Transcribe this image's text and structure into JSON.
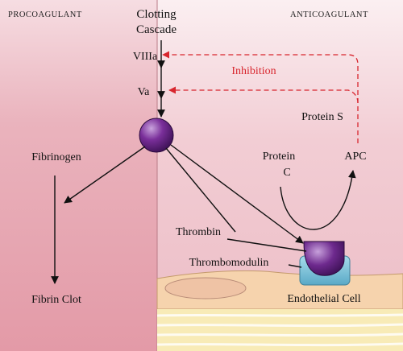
{
  "panels": {
    "procoagulant": "PROCOAGULANT",
    "anticoagulant": "ANTICOAGULANT"
  },
  "cascade": {
    "title_line1": "Clotting",
    "title_line2": "Cascade",
    "factor_viii": "VIIIa",
    "factor_v": "Va"
  },
  "inhibition_label": "Inhibition",
  "protein_s": "Protein S",
  "protein_c_line1": "Protein",
  "protein_c_line2": "C",
  "apc": "APC",
  "fibrinogen": "Fibrinogen",
  "fibrin_clot": "Fibrin Clot",
  "thrombin": "Thrombin",
  "thrombomodulin": "Thrombomodulin",
  "endothelial_cell": "Endothelial Cell",
  "colors": {
    "left_panel": "#eab0ba",
    "right_panel": "#f2cfd5",
    "inhibition": "#d8262e",
    "thrombin_purple": "#6e2a8e",
    "thrombomodulin_blue": "#7cc4dc",
    "endothelial": "#f6d3ad",
    "extracellular": "#f8ebb7"
  }
}
